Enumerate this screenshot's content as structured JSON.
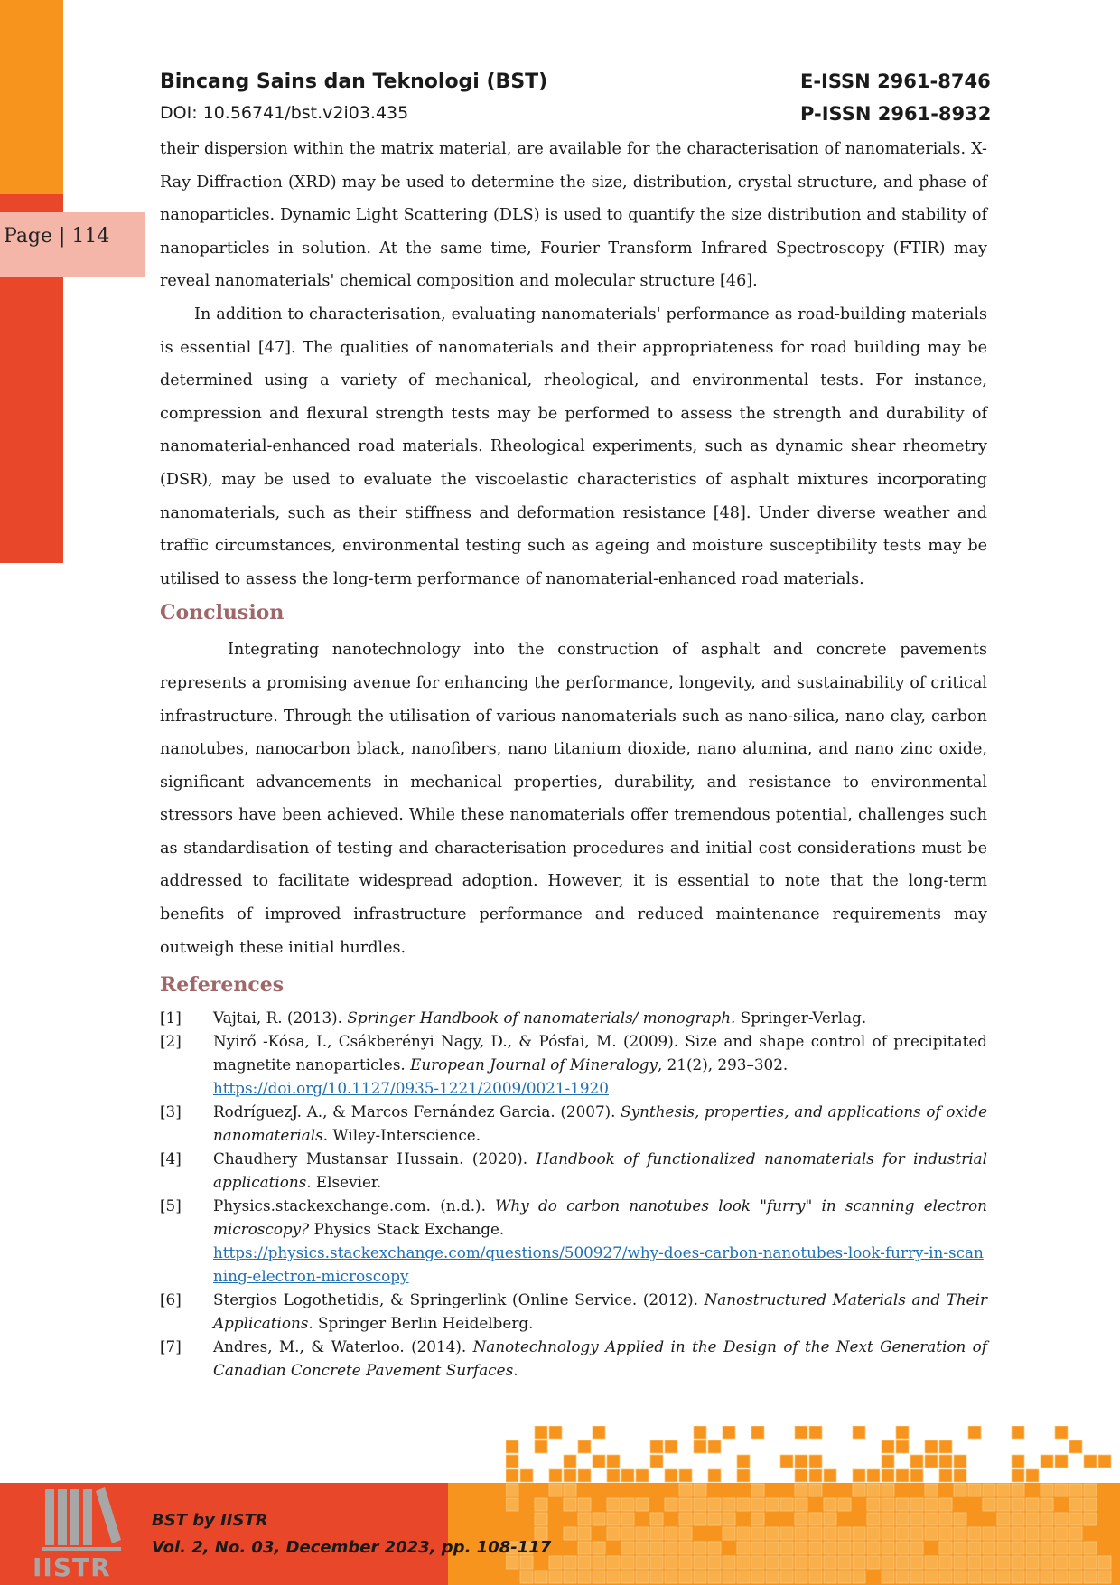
{
  "header": {
    "journal": "Bincang Sains dan Teknologi (BST)",
    "doi": "DOI: 10.56741/bst.v2i03.435",
    "eissn": "E-ISSN 2961-8746",
    "pissn": "P-ISSN 2961-8932"
  },
  "page_label": "Page | 114",
  "paragraphs": {
    "p1": "their dispersion within the matrix material, are available for the characterisation of nanomaterials. X-Ray Diffraction (XRD) may be used to determine the size, distribution, crystal structure, and phase of nanoparticles. Dynamic Light Scattering (DLS) is used to quantify the size distribution and stability of nanoparticles in solution. At the same time, Fourier Transform Infrared Spectroscopy (FTIR) may reveal nanomaterials' chemical composition and molecular structure [46].",
    "p2": "In addition to characterisation, evaluating nanomaterials' performance as road-building materials is essential [47]. The qualities of nanomaterials and their appropriateness for road building may be determined using a variety of mechanical, rheological, and environmental tests. For instance, compression and flexural strength tests may be performed to assess the strength and durability of nanomaterial-enhanced road materials. Rheological experiments, such as dynamic shear rheometry (DSR), may be used to evaluate the viscoelastic characteristics of asphalt mixtures incorporating nanomaterials, such as their stiffness and deformation resistance [48]. Under diverse weather and traffic circumstances, environmental testing such as ageing and moisture susceptibility tests may be utilised to assess the long-term performance of nanomaterial-enhanced road materials.",
    "conclusion_heading": "Conclusion",
    "p3": "Integrating nanotechnology into the construction of asphalt and concrete pavements represents a promising avenue for enhancing the performance, longevity, and sustainability of critical infrastructure. Through the utilisation of various nanomaterials such as nano-silica, nano clay, carbon nanotubes, nanocarbon black, nanofibers, nano titanium dioxide, nano alumina, and nano zinc oxide, significant advancements in mechanical properties, durability, and resistance to environmental stressors have been achieved. While these nanomaterials offer tremendous potential, challenges such as standardisation of testing and characterisation procedures and initial cost considerations must be addressed to facilitate widespread adoption. However, it is essential to note that the long-term benefits of improved infrastructure performance and reduced maintenance requirements may outweigh these initial hurdles.",
    "references_heading": "References"
  },
  "references": [
    {
      "num": "[1]",
      "pre": "Vajtai, R. (2013). ",
      "ital": "Springer Handbook of nanomaterials/ monograph.",
      "post": " Springer-Verlag.",
      "link": ""
    },
    {
      "num": "[2]",
      "pre": "Nyirő -Kósa, I., Csákberényi Nagy, D., & Pósfai, M. (2009). Size and shape control of precipitated magnetite nanoparticles. ",
      "ital": "European Journal of Mineralogy",
      "post": ", 21(2), 293–302.",
      "link": "https://doi.org/10.1127/0935-1221/2009/0021-1920"
    },
    {
      "num": "[3]",
      "pre": "RodríguezJ. A., & Marcos Fernández Garcia. (2007). ",
      "ital": "Synthesis, properties, and applications of oxide nanomaterials",
      "post": ". Wiley-Interscience.",
      "link": ""
    },
    {
      "num": "[4]",
      "pre": "Chaudhery Mustansar Hussain. (2020). ",
      "ital": "Handbook of functionalized nanomaterials for industrial applications",
      "post": ". Elsevier.",
      "link": ""
    },
    {
      "num": "[5]",
      "pre": "Physics.stackexchange.com. (n.d.). ",
      "ital": "Why do carbon nanotubes look \"furry\" in scanning electron microscopy?",
      "post": " Physics Stack Exchange.",
      "link": "https://physics.stackexchange.com/questions/500927/why-does-carbon-nanotubes-look-furry-in-scanning-electron-microscopy"
    },
    {
      "num": "[6]",
      "pre": "Stergios Logothetidis, & Springerlink (Online Service. (2012). ",
      "ital": "Nanostructured Materials and Their Applications",
      "post": ". Springer Berlin Heidelberg.",
      "link": ""
    },
    {
      "num": "[7]",
      "pre": "Andres, M., & Waterloo. (2014). ",
      "ital": "Nanotechnology Applied in the Design of the Next Generation of Canadian Concrete Pavement Surfaces",
      "post": ".",
      "link": ""
    }
  ],
  "footer": {
    "line1": "BST by IISTR",
    "line2": "Vol. 2, No. 03, December 2023, pp. 108-117",
    "logo_text": "IISTR"
  }
}
